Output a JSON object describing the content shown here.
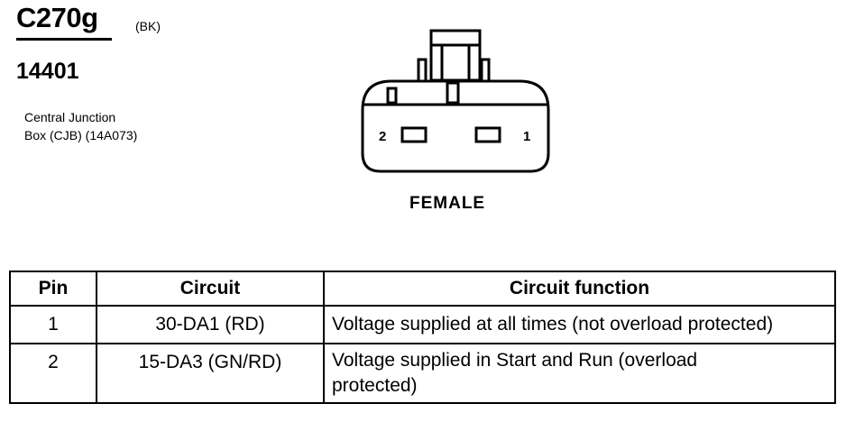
{
  "connector": {
    "id": "C270g",
    "color_code": "(BK)",
    "part_number": "14401",
    "location_line1": "Central Junction",
    "location_line2": "Box (CJB) (14A073)"
  },
  "diagram": {
    "gender": "FEMALE",
    "pin_left_label": "2",
    "pin_right_label": "1"
  },
  "table": {
    "headers": [
      "Pin",
      "Circuit",
      "Circuit function"
    ],
    "rows": [
      {
        "pin": "1",
        "circuit": "30-DA1 (RD)",
        "function": "Voltage supplied at all times (not overload protected)"
      },
      {
        "pin": "2",
        "circuit": "15-DA3 (GN/RD)",
        "function": "Voltage supplied in Start and Run (overload protected)"
      }
    ]
  }
}
